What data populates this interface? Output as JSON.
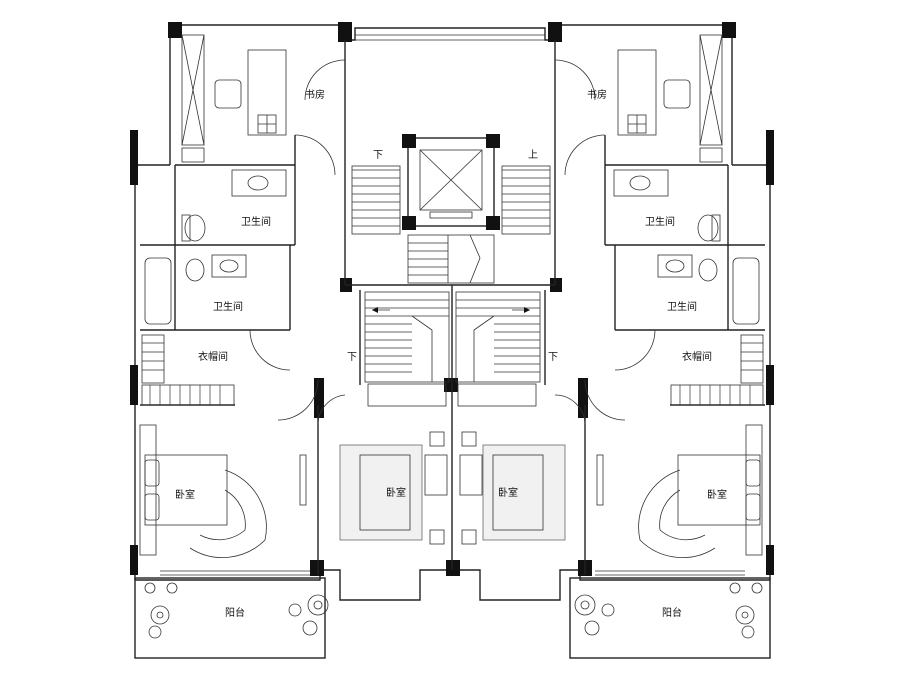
{
  "labels": {
    "study": "书房",
    "bathroom": "卫生间",
    "closet": "衣帽间",
    "bedroom": "卧室",
    "balcony": "阳台",
    "down": "下",
    "up": "上"
  }
}
